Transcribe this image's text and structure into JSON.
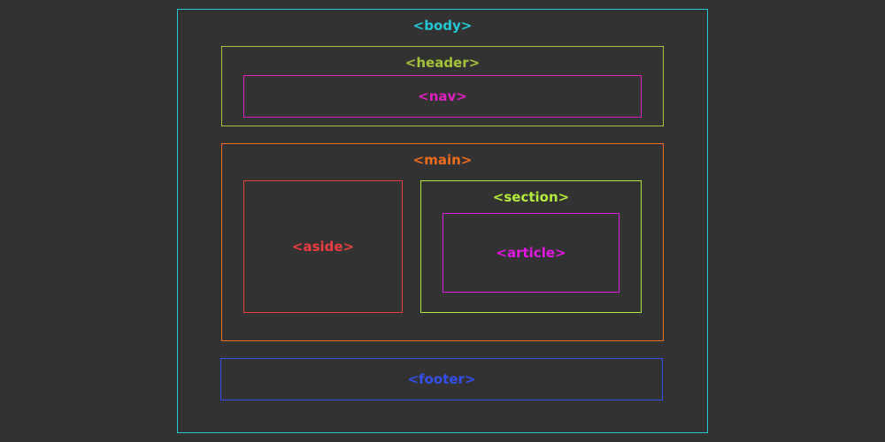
{
  "boxes": {
    "body": {
      "label": "<body>",
      "color": "#22c9d6"
    },
    "header": {
      "label": "<header>",
      "color": "#a5c43a"
    },
    "nav": {
      "label": "<nav>",
      "color": "#e020c0"
    },
    "main": {
      "label": "<main>",
      "color": "#ef6c1c"
    },
    "aside": {
      "label": "<aside>",
      "color": "#f03c3c"
    },
    "section": {
      "label": "<section>",
      "color": "#b4ec3c"
    },
    "article": {
      "label": "<article>",
      "color": "#e616e6"
    },
    "footer": {
      "label": "<footer>",
      "color": "#3250f0"
    }
  }
}
